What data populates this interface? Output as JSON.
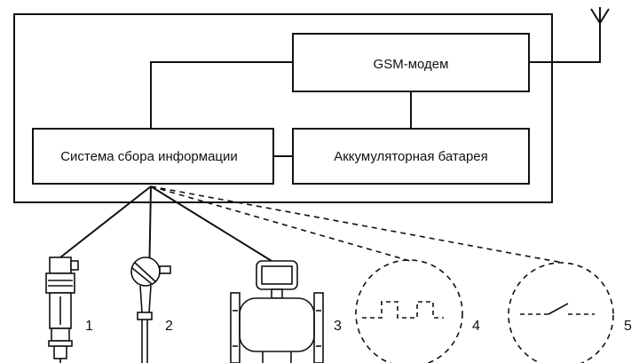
{
  "blocks": {
    "gsm_modem": "GSM-модем",
    "data_system": "Система сбора информации",
    "battery": "Аккумуляторная батарея"
  },
  "sensors": [
    {
      "number": "1",
      "icon": "pressure-sensor-icon"
    },
    {
      "number": "2",
      "icon": "temperature-sensor-icon"
    },
    {
      "number": "3",
      "icon": "flow-meter-icon"
    },
    {
      "number": "4",
      "icon": "pulse-signal-icon"
    },
    {
      "number": "5",
      "icon": "switch-contact-icon"
    }
  ],
  "antenna_icon": "antenna-icon",
  "line_color": "#111111"
}
